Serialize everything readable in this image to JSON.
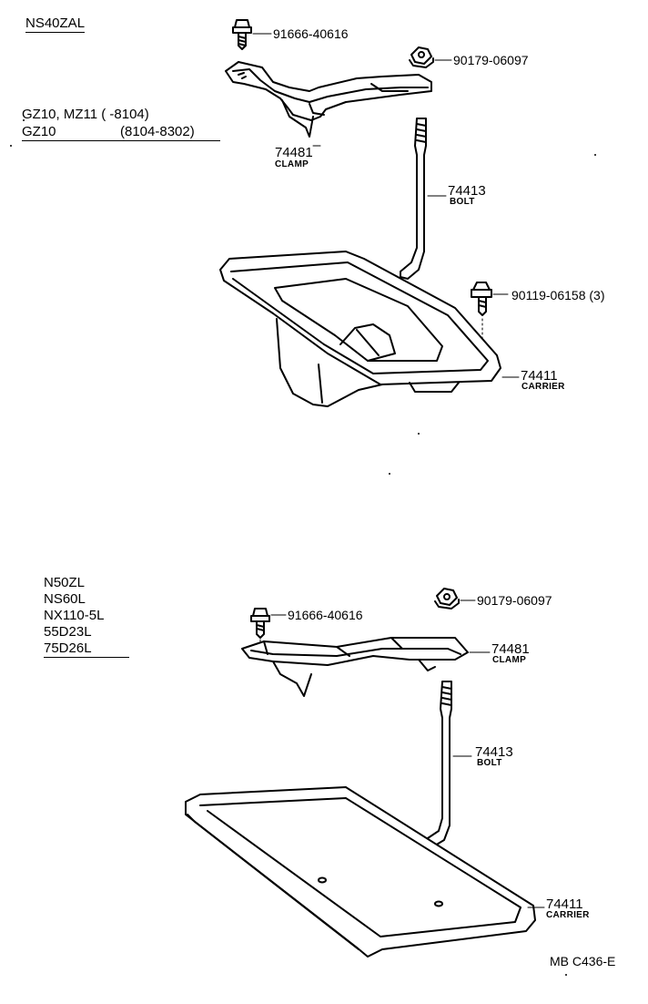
{
  "top": {
    "model": "NS40ZAL",
    "variant_line1": "GZ10, MZ11 (        -8104)",
    "variant_line2_model": "GZ10",
    "variant_line2_range": "(8104-8302)",
    "parts": {
      "bolt_small": "91666-40616",
      "nut": "90179-06097",
      "clamp_num": "74481",
      "clamp_name": "CLAMP",
      "bolt_num": "74413",
      "bolt_name": "BOLT",
      "screw": "90119-06158 (3)",
      "carrier_num": "74411",
      "carrier_name": "CARRIER"
    }
  },
  "bottom": {
    "models": [
      "N50ZL",
      "NS60L",
      "NX110-5L",
      "55D23L",
      "75D26L"
    ],
    "parts": {
      "bolt_small": "91666-40616",
      "nut": "90179-06097",
      "clamp_num": "74481",
      "clamp_name": "CLAMP",
      "bolt_num": "74413",
      "bolt_name": "BOLT",
      "carrier_num": "74411",
      "carrier_name": "CARRIER"
    }
  },
  "code": "MB C436-E"
}
